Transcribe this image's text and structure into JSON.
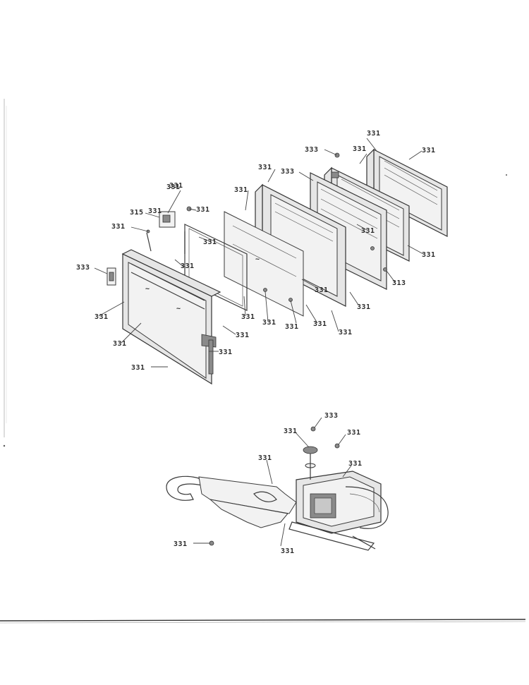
{
  "diagram": {
    "door_labels": {
      "l1": "333",
      "l2": "331",
      "l3": "331",
      "l4": "331",
      "l5": "333",
      "l6": "331",
      "l7": "331",
      "l8": "331",
      "l9": "331",
      "l10": "315",
      "l11": "331",
      "l12": "333",
      "l13": "331",
      "l14": "331",
      "l15": "331",
      "l16": "331",
      "l17": "331",
      "l18": "331",
      "l19": "331",
      "l20": "331",
      "l21": "331",
      "l22": "331",
      "l23": "331",
      "l24": "331",
      "l25": "331",
      "l26": "331",
      "l27": "313",
      "l28": "331",
      "l29": "331",
      "l30": "331",
      "l31": "331"
    },
    "latch_labels": {
      "m1": "333",
      "m2": "331",
      "m3": "331",
      "m4": "331",
      "m5": "331",
      "m6": "331",
      "m7": "331"
    },
    "colors": {
      "ink": "#3a3a3a",
      "paper": "#ffffff"
    }
  }
}
